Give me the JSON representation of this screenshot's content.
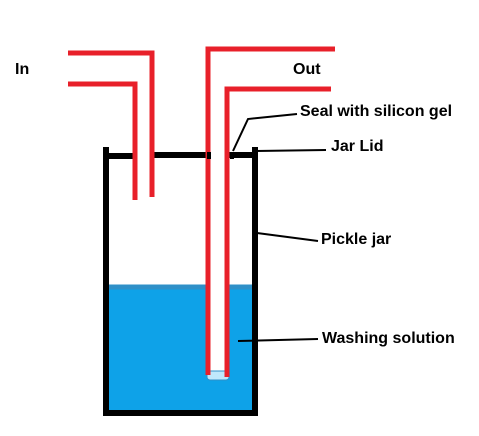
{
  "labels": {
    "in": "In",
    "out": "Out",
    "seal": "Seal with silicon gel",
    "lid": "Jar Lid",
    "jar": "Pickle jar",
    "solution": "Washing solution"
  },
  "colors": {
    "tube": "#e8202a",
    "outline": "#000000",
    "liquid": "#0ea2e8",
    "liquid_surface": "#2f90c8",
    "background": "#ffffff"
  }
}
